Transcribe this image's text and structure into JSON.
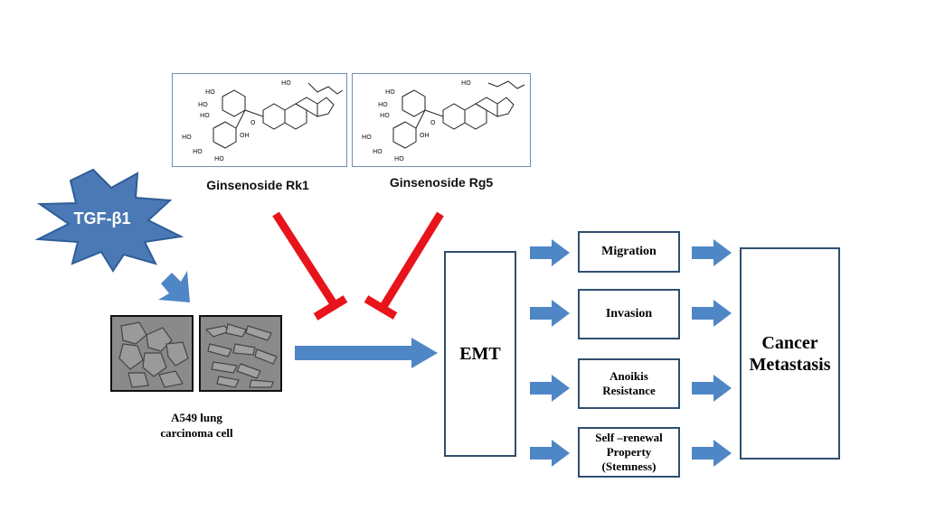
{
  "molecules": [
    {
      "label": "Ginsenoside Rk1"
    },
    {
      "label": "Ginsenoside Rg5"
    }
  ],
  "stimulus": {
    "label": "TGF-β1"
  },
  "cell": {
    "line1": "A549 lung",
    "line2": "carcinoma cell"
  },
  "emt": {
    "label": "EMT"
  },
  "outcomes": [
    {
      "line1": "Migration"
    },
    {
      "line1": "Invasion"
    },
    {
      "line1": "Anoikis",
      "line2": "Resistance"
    },
    {
      "line1": "Self –renewal",
      "line2": "Property",
      "line3": "(Stemness)"
    }
  ],
  "result": {
    "line1": "Cancer",
    "line2": "Metastasis"
  },
  "colors": {
    "inhibit": "#e8141b",
    "arrow": "#4f86c6",
    "burst": "#4a79b5",
    "box_border": "#2f4f6f"
  }
}
